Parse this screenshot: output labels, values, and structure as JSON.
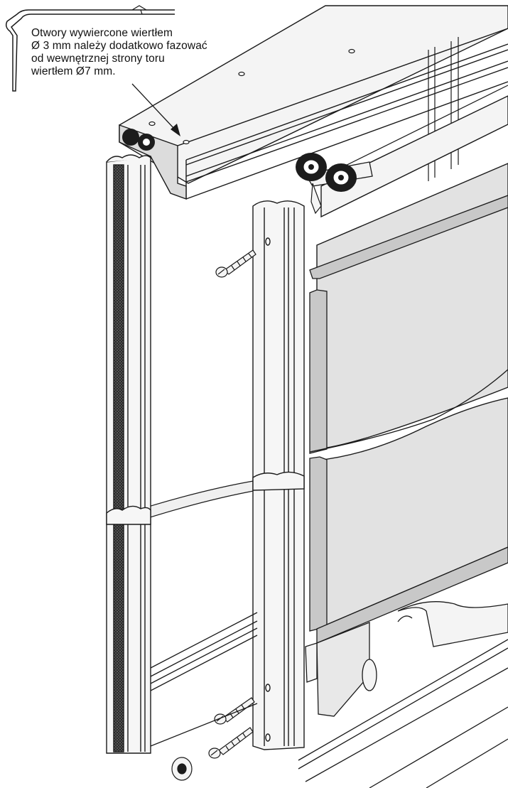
{
  "annotation": {
    "lines": [
      "Otwory wywiercone wiertłem",
      "Ø 3 mm należy dodatkowo fazować",
      "od wewnętrznej strony toru",
      "wiertłem Ø7 mm."
    ]
  },
  "colors": {
    "line": "#1a1a1a",
    "panel_fill": "#e2e2e2",
    "profile_fill": "#f4f4f4",
    "gray_strip": "#c8c8c8",
    "rubber": "#1c1c1c",
    "seal": "#555555",
    "page": "#ffffff"
  },
  "parts": {
    "icons": [
      "upper-track-profile",
      "side-wall-profile",
      "middle-frame-profile",
      "door-glass-panel",
      "top-roller-wheels",
      "bottom-roller-wheel",
      "mounting-screw",
      "bottom-track",
      "drilled-hole",
      "callout-arrow"
    ]
  }
}
